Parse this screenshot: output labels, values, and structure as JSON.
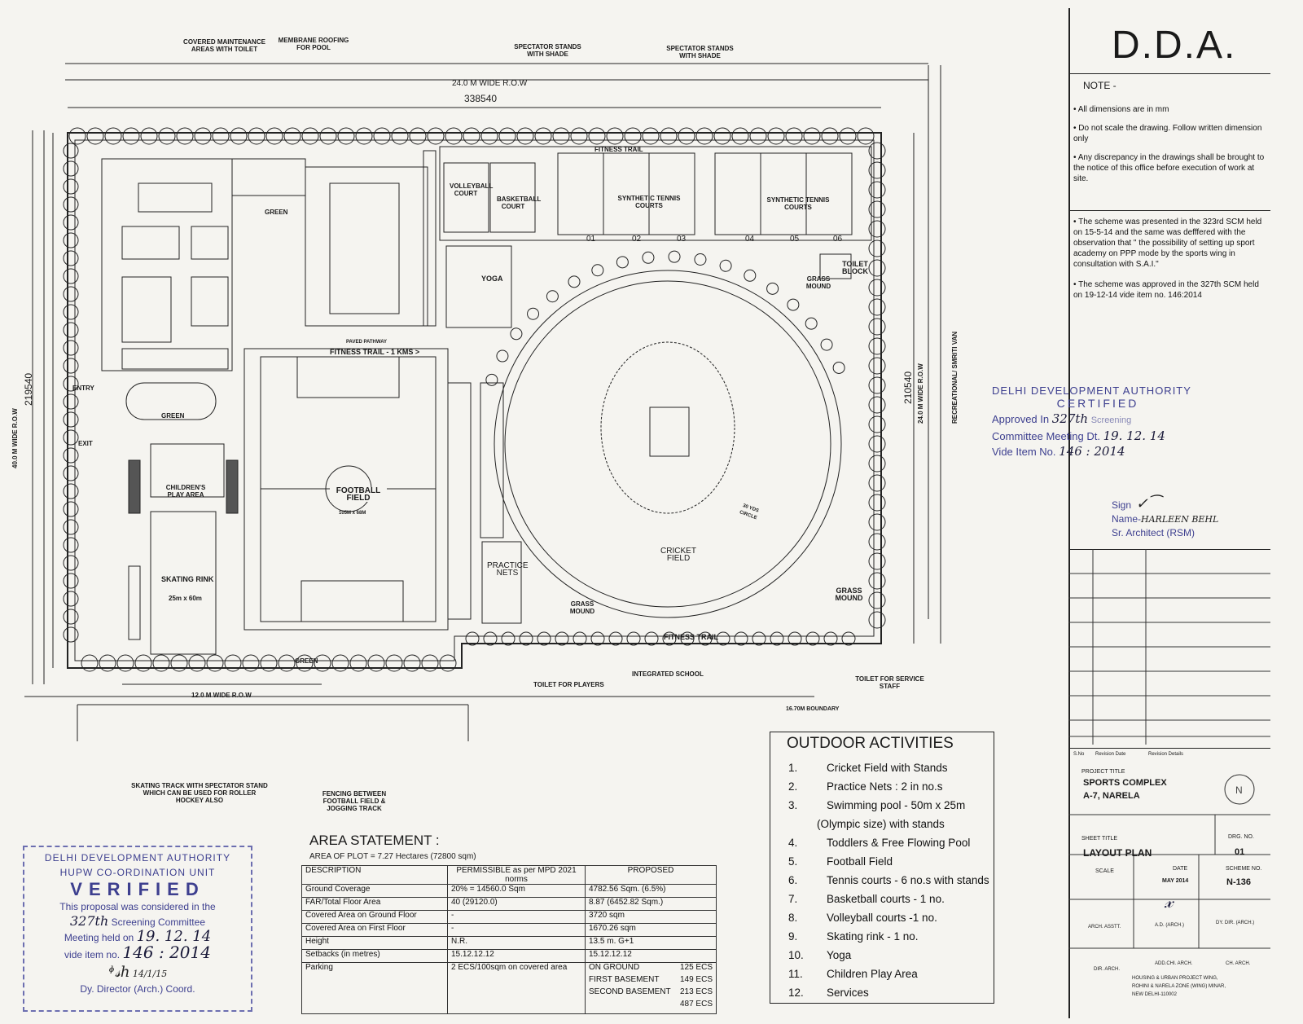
{
  "title_block": {
    "authority": "D.D.A.",
    "note_heading": "NOTE -",
    "notes": [
      "All dimensions are in mm",
      "Do not scale the drawing. Follow written dimension only",
      "Any discrepancy in the drawings shall be brought to the notice of this office before execution of work at site."
    ],
    "scheme_notes": [
      "The scheme was presented in the 323rd SCM held on 15-5-14 and the same was defffered with the observation that \" the possibility of setting up sport academy on PPP mode by the sports wing in consultation with S.A.I.\"",
      "The scheme was approved in the 327th SCM held on 19-12-14 vide item no. 146:2014"
    ],
    "revision_headers": [
      "S.No",
      "Revision Date",
      "Revision Details"
    ],
    "project_title_label": "PROJECT TITLE",
    "project_title": "SPORTS COMPLEX",
    "project_location": "A-7, NARELA",
    "sheet_title_label": "SHEET TITLE",
    "sheet_title": "LAYOUT PLAN",
    "drg_no_label": "DRG. NO.",
    "drg_no": "01",
    "scale_label": "SCALE",
    "date_label": "DATE",
    "date_value": "MAY 2014",
    "scheme_no_label": "SCHEME NO.",
    "scheme_no": "N-136",
    "sign_labels": [
      "ARCH. ASSTT.",
      "A.D. (ARCH.)",
      "DY. DIR. (ARCH.)",
      "DIR. ARCH.",
      "ADD.CHI. ARCH.",
      "CH. ARCH."
    ],
    "office_lines": [
      "HOUSING & URBAN PROJECT WING,",
      "ROHINI & NARELA ZONE (WING) MINAR,",
      "NEW DELHI-110002"
    ]
  },
  "certified_stamp": {
    "line1": "DELHI DEVELOPMENT AUTHORITY",
    "line2": "CERTIFIED",
    "approved_prefix": "Approved In",
    "approved_value": "327th",
    "approved_suffix": "Screening",
    "meeting_prefix": "Committee Meeting Dt.",
    "meeting_value": "19. 12. 14",
    "item_prefix": "Vide Item No.",
    "item_value": "146 : 2014",
    "sign_label": "Sign",
    "name_label": "Name-",
    "name_value": "HARLEEN BEHL",
    "designation": "Sr. Architect (RSM)"
  },
  "verified_stamp": {
    "line1": "DELHI DEVELOPMENT AUTHORITY",
    "line2": "HUPW CO-ORDINATION UNIT",
    "line3": "VERIFIED",
    "line4": "This proposal was considered in the",
    "line5_value": "327th",
    "line5_text": "Screening Committee",
    "line6_prefix": "Meeting held on",
    "line6_value": "19. 12. 14",
    "line7_prefix": "vide item no.",
    "line7_value": "146 : 2014",
    "sig_date": "14/1/15",
    "footer": "Dy. Director (Arch.) Coord."
  },
  "plan": {
    "top_callouts": [
      "COVERED MAINTENANCE AREAS WITH TOILET",
      "MEMBRANE ROOFING FOR POOL",
      "SPECTATOR STANDS WITH SHADE",
      "SPECTATOR STANDS WITH SHADE"
    ],
    "road_top": "24.0 M WIDE R.O.W",
    "dim_top": "338540",
    "dim_left": "219540",
    "dim_right": "210540",
    "road_left": "40.0 M WIDE R.O.W",
    "road_right": "24.0 M WIDE R.O.W",
    "right_edge": "RECREATIONAL/ SMRITI VAN",
    "road_bottom": "12.0 M WIDE R.O.W",
    "fitness_trail_top": "FITNESS TRAIL",
    "fitness_trail_mid": "FITNESS TRAIL - 1 KMS >",
    "fitness_trail_bottom": "FITNESS TRAIL",
    "paved_pathway": "PAVED PATHWAY",
    "volleyball": "VOLLEYBALL COURT",
    "basketball": "BASKETBALL COURT",
    "tennis_a": "SYNTHETIC TENNIS COURTS",
    "tennis_b": "SYNTHETIC TENNIS COURTS",
    "court_numbers": [
      "01",
      "02",
      "03",
      "04",
      "05",
      "06"
    ],
    "green": "GREEN",
    "yoga": "YOGA",
    "grass_mound": "GRASS MOUND",
    "toilet_block": "TOILET BLOCK",
    "entry": "ENTRY",
    "exit": "EXIT",
    "football": "FOOTBALL FIELD",
    "football_size": "105M x 68M",
    "cricket": "CRICKET FIELD",
    "circle": "30 YDS CIRCLE",
    "practice_nets": "PRACTICE NETS",
    "children_play": "CHILDREN'S PLAY AREA",
    "skating": "SKATING RINK",
    "skating_size": "25m x 60m",
    "bottom_callouts": [
      "SKATING TRACK WITH SPECTATOR STAND WHICH CAN BE USED FOR ROLLER HOCKEY ALSO",
      "FENCING BETWEEN FOOTBALL FIELD & JOGGING TRACK",
      "TOILET FOR PLAYERS",
      "INTEGRATED SCHOOL",
      "TOILET FOR SERVICE STAFF",
      "16.70M BOUNDARY"
    ]
  },
  "outdoor": {
    "heading": "OUTDOOR ACTIVITIES",
    "items": [
      {
        "n": "1.",
        "text": "Cricket Field with Stands"
      },
      {
        "n": "2.",
        "text": "Practice Nets : 2 in no.s"
      },
      {
        "n": "3.",
        "text": "Swimming pool - 50m x 25m"
      },
      {
        "n": "",
        "text": "(Olympic size) with stands"
      },
      {
        "n": "4.",
        "text": "Toddlers & Free Flowing Pool"
      },
      {
        "n": "5.",
        "text": "Football Field"
      },
      {
        "n": "6.",
        "text": "Tennis courts - 6 no.s with stands"
      },
      {
        "n": "7.",
        "text": "Basketball courts - 1 no."
      },
      {
        "n": "8.",
        "text": "Volleyball courts -1 no."
      },
      {
        "n": "9.",
        "text": "Skating rink - 1 no."
      },
      {
        "n": "10.",
        "text": "Yoga"
      },
      {
        "n": "11.",
        "text": "Children Play Area"
      },
      {
        "n": "12.",
        "text": "Services"
      }
    ]
  },
  "area_statement": {
    "heading": "AREA STATEMENT :",
    "plot_area": "AREA OF PLOT = 7.27 Hectares   (72800 sqm)",
    "col_desc": "DESCRIPTION",
    "col_perm": "PERMISSIBLE as per MPD 2021 norms",
    "col_prop": "PROPOSED",
    "rows": [
      {
        "desc": "Ground Coverage",
        "perm": "20% =  14560.0 Sqm",
        "prop": "4782.56 Sqm. (6.5%)"
      },
      {
        "desc": "FAR/Total Floor Area",
        "perm": "40  (29120.0)",
        "prop": "8.87  (6452.82 Sqm.)"
      },
      {
        "desc": "Covered Area on Ground Floor",
        "perm": "-",
        "prop": "3720 sqm"
      },
      {
        "desc": "Covered Area on First Floor",
        "perm": "-",
        "prop": "1670.26 sqm"
      },
      {
        "desc": "Height",
        "perm": "N.R.",
        "prop": "13.5 m. G+1"
      },
      {
        "desc": "Setbacks (in metres)",
        "perm": "15.12.12.12",
        "prop": "15.12.12.12"
      }
    ],
    "parking_desc": "Parking",
    "parking_perm": "2 ECS/100sqm on covered area",
    "parking_rows": [
      {
        "label": "ON GROUND",
        "value": "125 ECS"
      },
      {
        "label": "FIRST BASEMENT",
        "value": "149 ECS"
      },
      {
        "label": "SECOND BASEMENT",
        "value": "213 ECS"
      },
      {
        "label": "",
        "value": "487 ECS"
      }
    ]
  }
}
